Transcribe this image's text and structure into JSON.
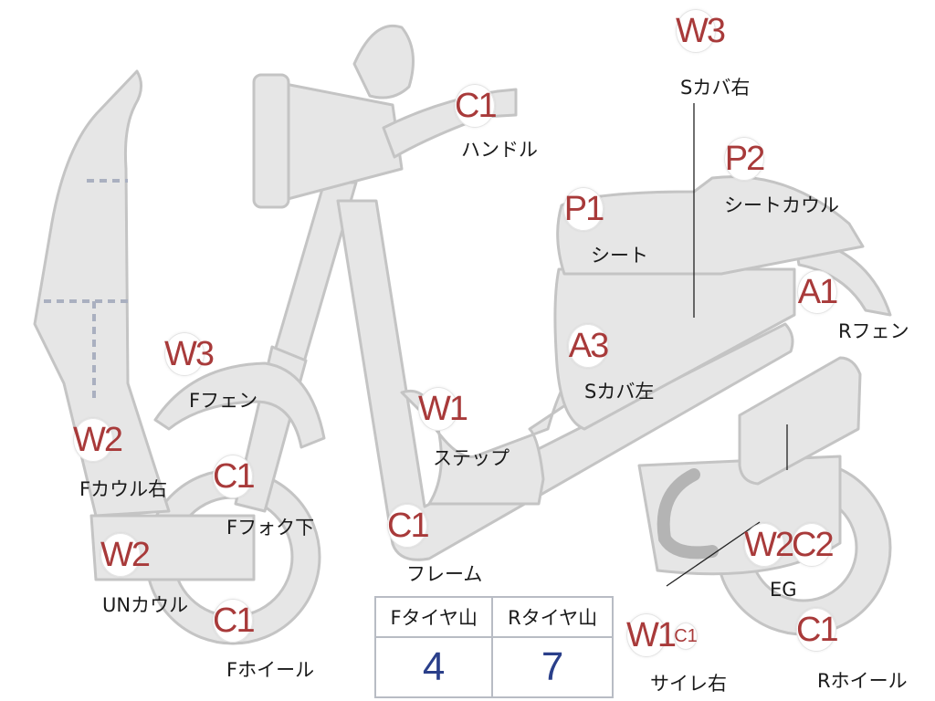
{
  "parts": [
    {
      "id": "handle",
      "code": "C1",
      "label": "ハンドル"
    },
    {
      "id": "s-cover-right",
      "code": "W3",
      "label": "Sカバ右"
    },
    {
      "id": "seat-cowl",
      "code": "P2",
      "label": "シートカウル"
    },
    {
      "id": "seat",
      "code": "P1",
      "label": "シート"
    },
    {
      "id": "r-fender",
      "code": "A1",
      "label": "Rフェン"
    },
    {
      "id": "s-cover-left",
      "code": "A3",
      "label": "Sカバ左"
    },
    {
      "id": "f-fender",
      "code": "W3",
      "label": "Fフェン"
    },
    {
      "id": "step",
      "code": "W1",
      "label": "ステップ"
    },
    {
      "id": "f-cowl-right",
      "code": "W2",
      "label": "Fカウル右"
    },
    {
      "id": "f-fork-lower",
      "code": "C1",
      "label": "Fフォク下"
    },
    {
      "id": "frame",
      "code": "C1",
      "label": "フレーム"
    },
    {
      "id": "under-cowl",
      "code": "W2",
      "label": "UNカウル"
    },
    {
      "id": "f-wheel",
      "code": "C1",
      "label": "Fホイール"
    },
    {
      "id": "engine",
      "codes": [
        "W2",
        "C2"
      ],
      "label": "EG"
    },
    {
      "id": "muffler-right",
      "codes": [
        "W1",
        "C1"
      ],
      "label": "サイレ右"
    },
    {
      "id": "r-wheel",
      "code": "C1",
      "label": "Rホイール"
    }
  ],
  "tire_tread": {
    "headers": [
      "Fタイヤ山",
      "Rタイヤ山"
    ],
    "values": [
      "4",
      "7"
    ]
  }
}
